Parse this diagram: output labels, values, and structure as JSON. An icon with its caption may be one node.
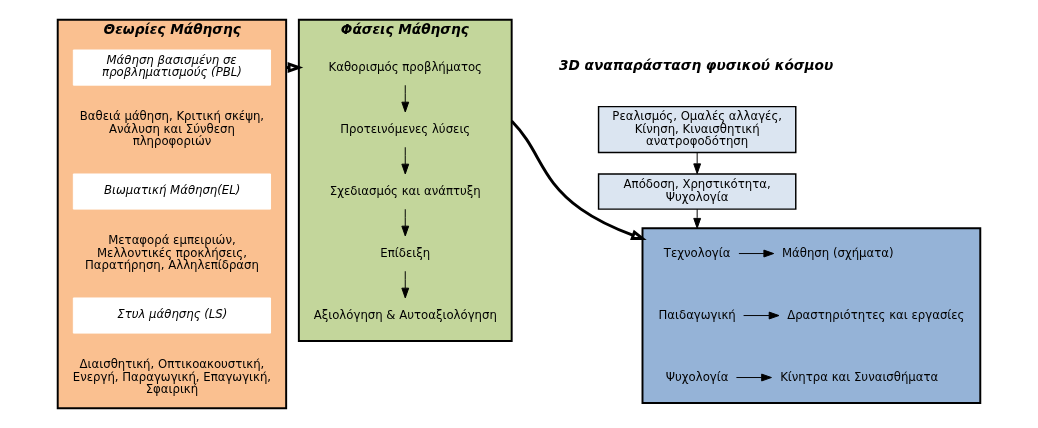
{
  "diagram": {
    "nodes": [
      {
        "text": [
          "Θεωρίες Μάθησης"
        ]
      },
      {
        "text": [
          "Μάθηση βασισμένη σε προβληματισμούς (PBL)"
        ],
        "in": 0
      },
      {
        "text": [
          "Βαθειά μάθηση, Κριτική σκέψη, Ανάλυση και Σύνθεση πληροφοριών"
        ],
        "in": 0
      },
      {
        "text": [
          "Βιωματική Μάθηση(EL)"
        ],
        "in": 0
      },
      {
        "text": [
          "Μεταφορά εμπειριών, Μελλοντικές προκλήσεις, Παρατήρηση, Αλληλεπίδραση"
        ],
        "in": 0
      },
      {
        "text": [
          "Στυλ μάθησης (LS)"
        ],
        "in": 0
      },
      {
        "text": [
          "Διαισθητική, Οπτικοακουστική, Ενεργή, Παραγωγική, Επαγωγική, Σφαιρική"
        ],
        "in": 0
      },
      {
        "text": [
          "Φάσεις Μάθησης"
        ]
      },
      {
        "text": [
          "Καθορισμός προβλήματος"
        ],
        "in": 7
      },
      {
        "text": [
          "Προτεινόμενες λύσεις"
        ],
        "in": 7
      },
      {
        "text": [
          "Σχεδιασμός και ανάπτυξη"
        ],
        "in": 7
      },
      {
        "text": [
          "Επίδειξη"
        ],
        "in": 7
      },
      {
        "text": [
          "Αξιολόγηση & Αυτοαξιολόγηση"
        ],
        "in": 7
      },
      {
        "text": [
          "Ρεαλισμός, Ομαλές αλλαγές, Κίνηση, Κιναισθητική ανατροφοδότηση"
        ]
      },
      {
        "text": [
          "Απόδοση, Χρηστικότητα, Ψυχολογία"
        ]
      },
      {
        "text": [],
        "shape": "box"
      },
      {
        "text": [
          "Τεχνολογία"
        ],
        "in": 15
      },
      {
        "text": [
          "Μάθηση (σχήματα)"
        ],
        "in": 15
      },
      {
        "text": [
          "Παιδαγωγική"
        ],
        "in": 15
      },
      {
        "text": [
          "Δραστηριότητες και εργασίες"
        ],
        "in": 15
      },
      {
        "text": [
          "Ψυχολογία"
        ],
        "in": 15
      },
      {
        "text": [
          "Κίνητρα και Συναισθήματα"
        ],
        "in": 15
      }
    ],
    "edges": [
      {
        "from": 0,
        "to": 7,
        "arrow": "to",
        "style": "thick"
      },
      {
        "from": 8,
        "to": 9,
        "arrow": "to"
      },
      {
        "from": 9,
        "to": 10,
        "arrow": "to"
      },
      {
        "from": 10,
        "to": 11,
        "arrow": "to"
      },
      {
        "from": 11,
        "to": 12,
        "arrow": "to"
      },
      {
        "from": 7,
        "to": 15,
        "arrow": "to",
        "style": "thick"
      },
      {
        "from": 13,
        "to": 14,
        "arrow": "to"
      },
      {
        "from": 14,
        "to": 15,
        "arrow": "to"
      },
      {
        "from": 16,
        "to": 17,
        "arrow": "to"
      },
      {
        "from": 18,
        "to": 19,
        "arrow": "to"
      },
      {
        "from": 20,
        "to": 21,
        "arrow": "to"
      }
    ],
    "labels": [
      "3D αναπαράσταση φυσικού κόσμου"
    ]
  }
}
